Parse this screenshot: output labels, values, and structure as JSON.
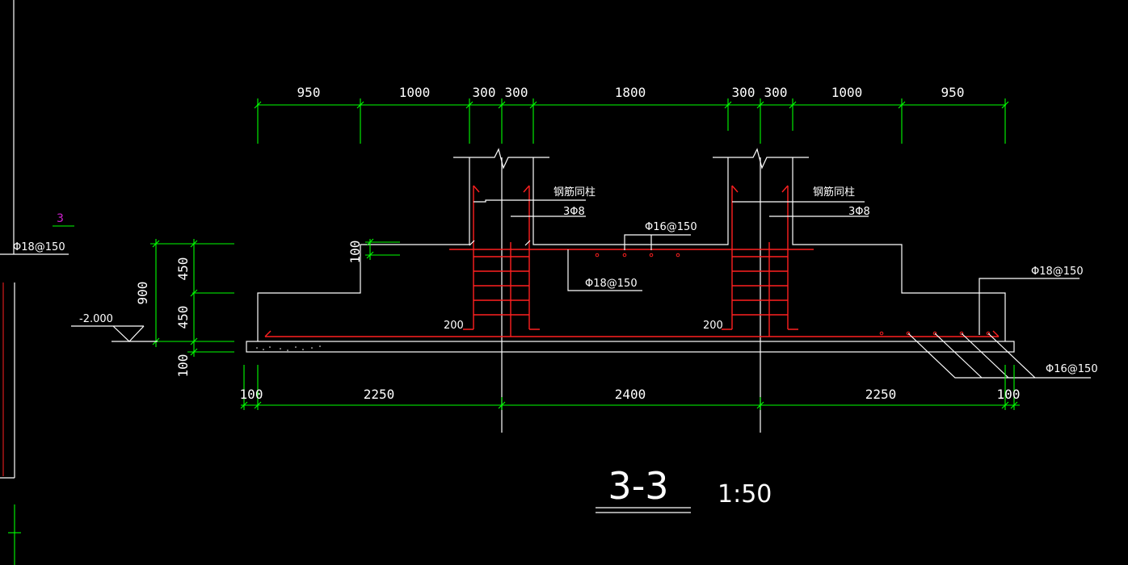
{
  "colors": {
    "background": "#000000",
    "outline": "#ffffff",
    "dimension": "#00ff00",
    "rebar": "#ff2020",
    "marker": "#d020d0"
  },
  "top_dims": [
    "950",
    "1000",
    "300",
    "300",
    "1800",
    "300",
    "300",
    "1000",
    "950"
  ],
  "bottom_dims": [
    "100",
    "2250",
    "2400",
    "2250",
    "100"
  ],
  "left_dims": {
    "d100": "100",
    "d450a": "450",
    "d450b": "450",
    "d900": "900",
    "d100b": "100"
  },
  "elevation": "-2.000",
  "labels": {
    "col_left_name": "钢筋同柱",
    "col_left_stirrup": "3Φ8",
    "col_right_name": "钢筋同柱",
    "col_right_stirrup": "3Φ8",
    "top_bar_mid": "Φ16@150",
    "top_bar_left": "Φ18@150",
    "bottom_right_top": "Φ18@150",
    "bottom_right_low": "Φ16@150",
    "edge_left": "Φ18@150",
    "corner_left": "200",
    "corner_right": "200",
    "marker": "3"
  },
  "title": {
    "section": "3-3",
    "scale": "1:50"
  }
}
